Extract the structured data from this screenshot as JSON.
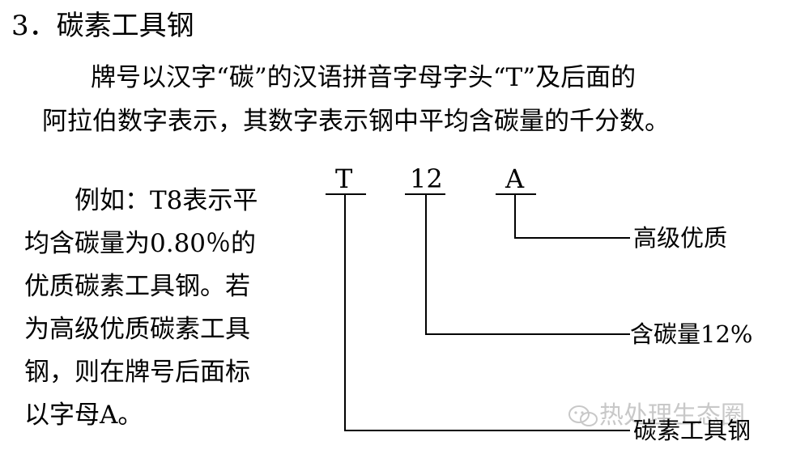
{
  "section": {
    "number": "3．",
    "title": "碳素工具钢"
  },
  "intro": {
    "line1": "牌号以汉字“碳”的汉语拼音字母字头“T”及后面的",
    "line2": "阿拉伯数字表示，其数字表示钢中平均含碳量的千分数。"
  },
  "example": {
    "lines": [
      "例如：T8表示平",
      "均含碳量为0.80％的",
      "优质碳素工具钢。若",
      "为高级优质碳素工具",
      "钢，则在牌号后面标",
      "以字母A。"
    ]
  },
  "designation": {
    "parts": [
      {
        "code": "T",
        "meaning": "碳素工具钢"
      },
      {
        "code": "12",
        "meaning": "含碳量12%"
      },
      {
        "code": "A",
        "meaning": "高级优质"
      }
    ]
  },
  "watermark": {
    "text": "热处理生态圈",
    "icon": "wechat-icon"
  }
}
